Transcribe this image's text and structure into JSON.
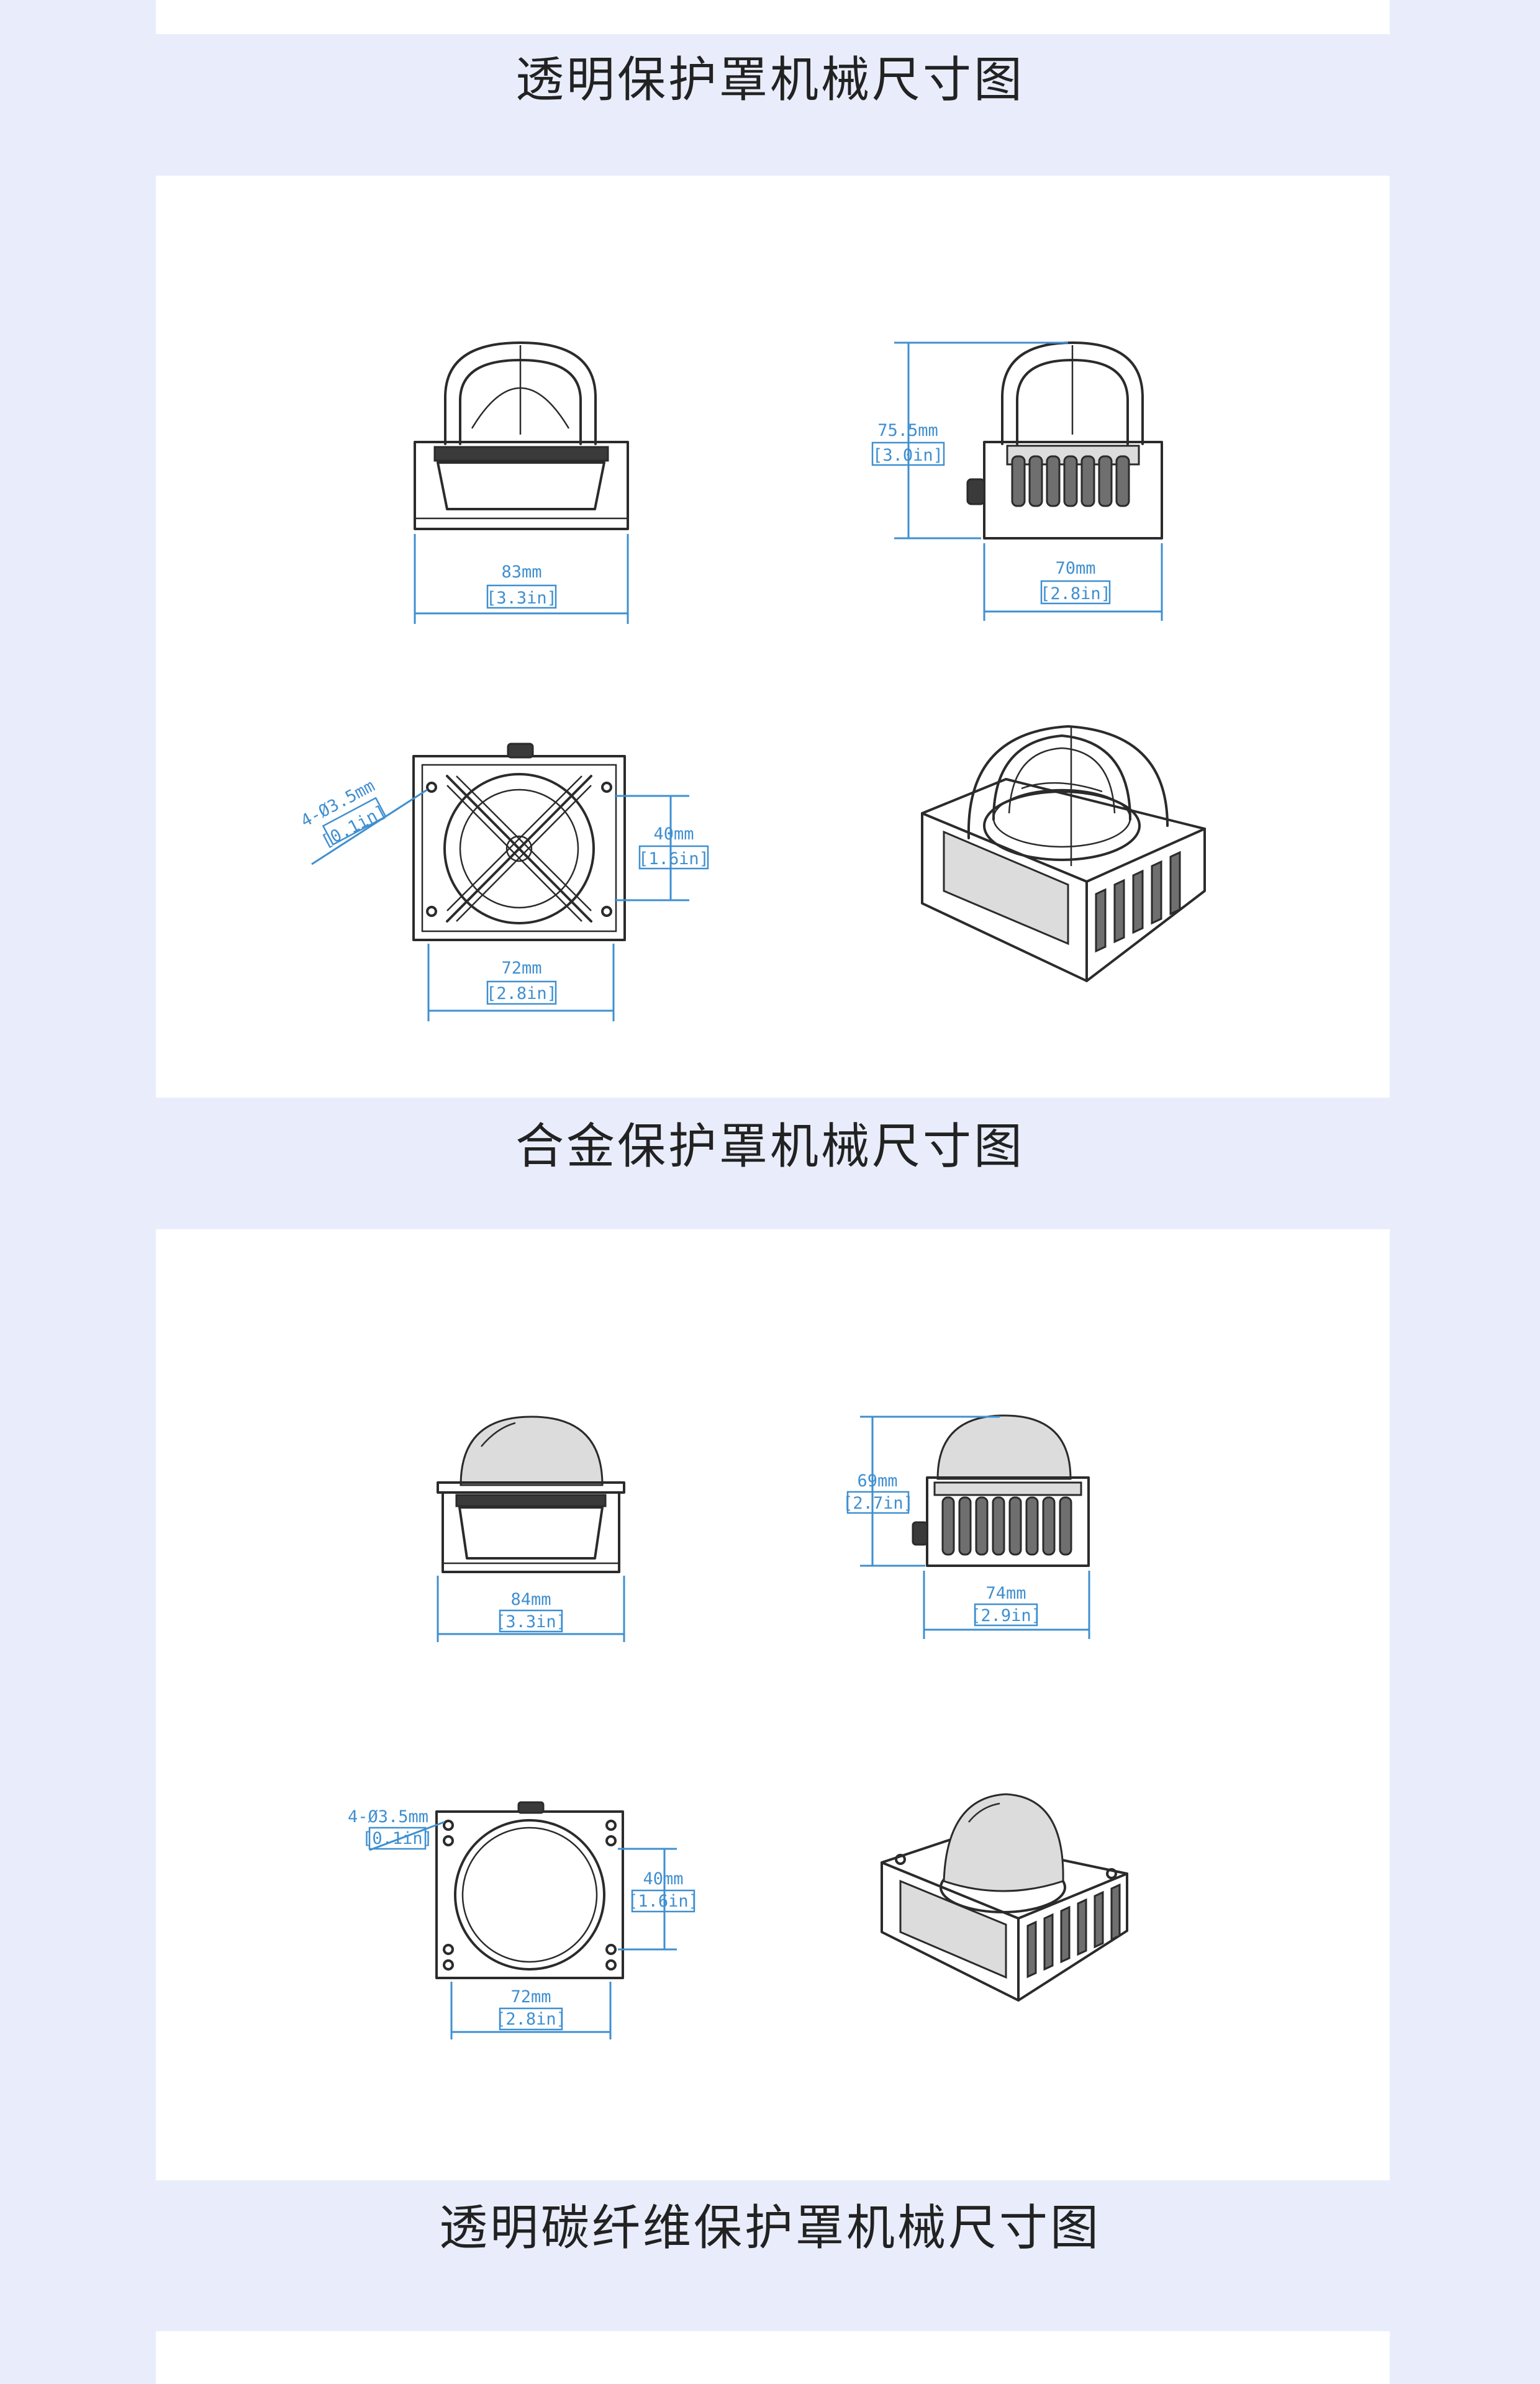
{
  "sections": [
    {
      "title": "透明保护罩机械尺寸图"
    },
    {
      "title": "合金保护罩机械尺寸图"
    },
    {
      "title": "透明碳纤维保护罩机械尺寸图"
    }
  ],
  "drawing_1": {
    "front_width_mm": "83mm",
    "front_width_in": "[3.3in]",
    "side_height_mm": "75.5mm",
    "side_height_in": "[3.0in]",
    "side_width_mm": "70mm",
    "side_width_in": "[2.8in]",
    "hole_mm": "4-Ø3.5mm",
    "hole_in": "[0.1in]",
    "hole_pitch_mm": "40mm",
    "hole_pitch_in": "[1.6in]",
    "bottom_width_mm": "72mm",
    "bottom_width_in": "[2.8in]"
  },
  "drawing_2": {
    "front_width_mm": "84mm",
    "front_width_in": "[3.3in]",
    "side_height_mm": "69mm",
    "side_height_in": "[2.7in]",
    "side_width_mm": "74mm",
    "side_width_in": "[2.9in]",
    "hole_mm": "4-Ø3.5mm",
    "hole_in": "[0.1in]",
    "hole_pitch_mm": "40mm",
    "hole_pitch_in": "[1.6in]",
    "bottom_width_mm": "72mm",
    "bottom_width_in": "[2.8in]"
  },
  "colors": {
    "background": "#e9edfb",
    "panel": "#ffffff",
    "dimension": "#3f8fd0",
    "line": "#2b2b2b"
  }
}
